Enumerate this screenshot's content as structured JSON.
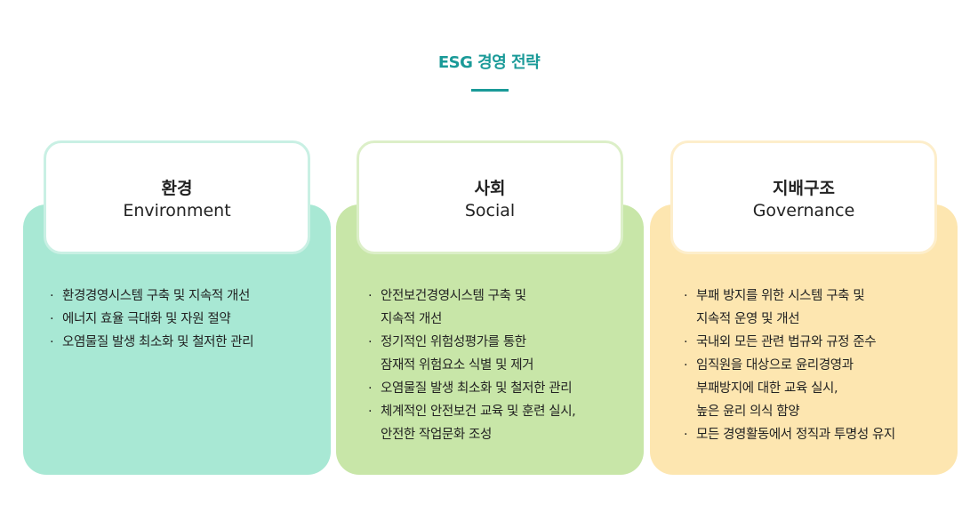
{
  "page": {
    "title": "ESG 경영 전략"
  },
  "cards": [
    {
      "title_ko": "환경",
      "title_en": "Environment",
      "color": "#a8e8d4",
      "items": [
        "환경경영시스템 구축 및 지속적 개선",
        "에너지 효율 극대화 및 자원 절약",
        "오염물질 발생 최소화 및 철저한 관리"
      ]
    },
    {
      "title_ko": "사회",
      "title_en": "Social",
      "color": "#c8e6a8",
      "items": [
        "안전보건경영시스템 구축 및\n지속적 개선",
        "정기적인 위험성평가를 통한\n잠재적 위험요소 식별 및 제거",
        "오염물질 발생 최소화 및 철저한 관리",
        "체계적인 안전보건 교육 및 훈련 실시,\n안전한 작업문화 조성"
      ]
    },
    {
      "title_ko": "지배구조",
      "title_en": "Governance",
      "color": "#fde6b0",
      "items": [
        "부패 방지를 위한 시스템 구축 및\n지속적 운영 및 개선",
        "국내외 모든 관련 법규와 규정 준수",
        "임직원을 대상으로 윤리경영과\n부패방지에 대한 교육 실시,\n높은 윤리 의식 함양",
        "모든 경영활동에서 정직과 투명성 유지"
      ]
    }
  ],
  "bullet": "·",
  "accent_color": "#1a9a98"
}
